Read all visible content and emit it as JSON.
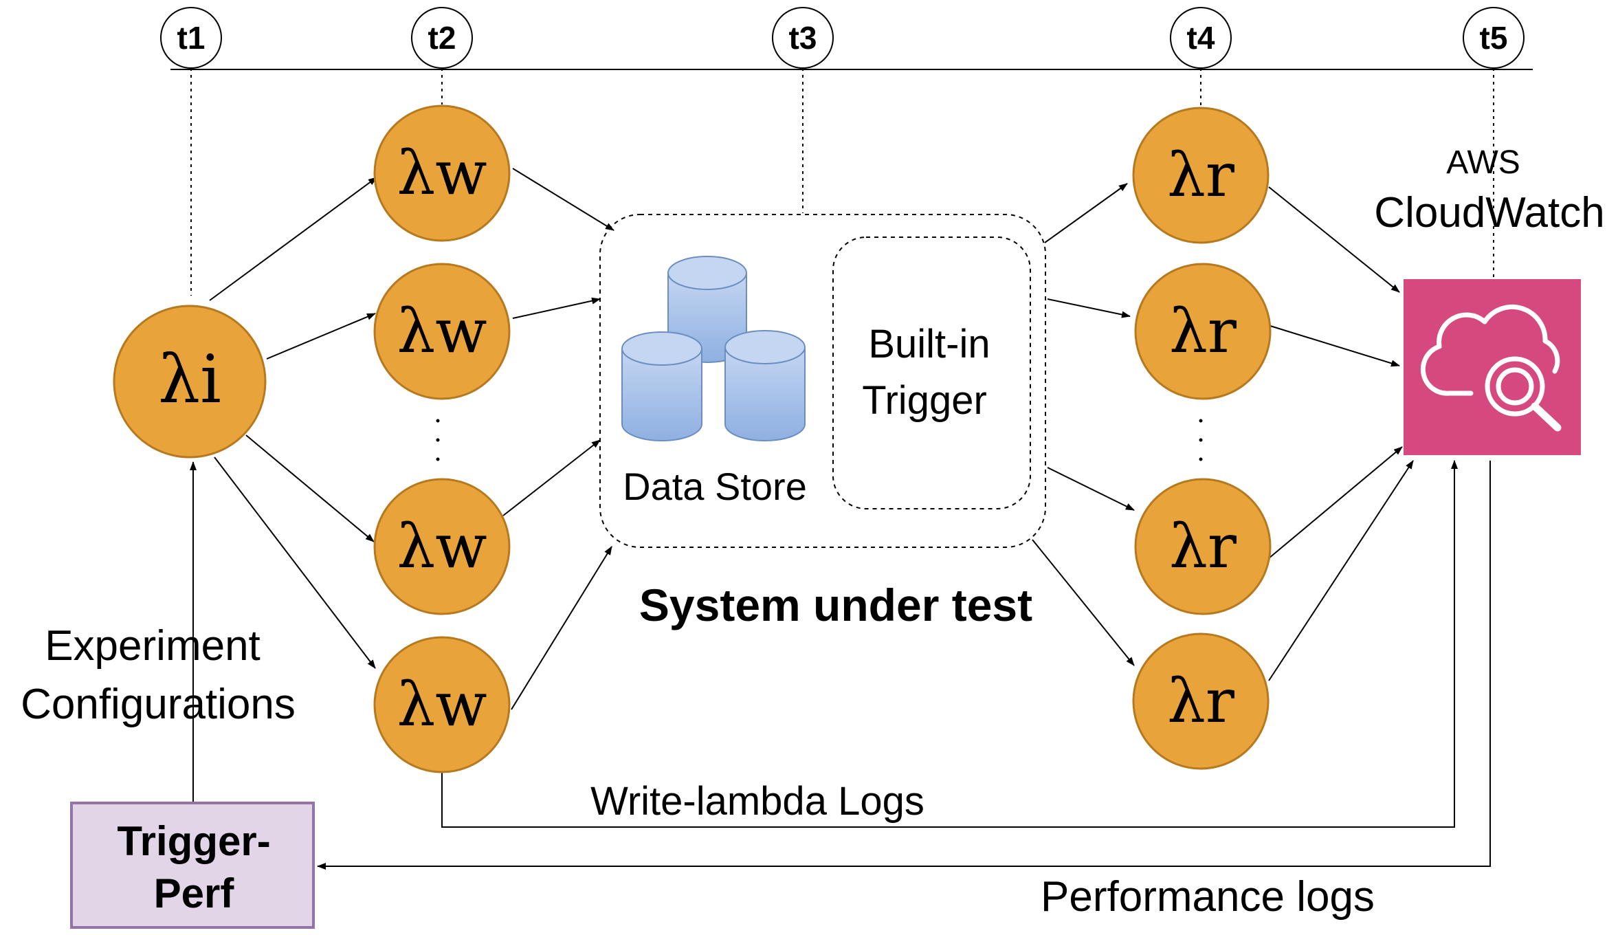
{
  "timeline": {
    "ticks": [
      "t1",
      "t2",
      "t3",
      "t4",
      "t5"
    ]
  },
  "nodes": {
    "initiator": "λi",
    "writer": "λw",
    "reader": "λr",
    "ellipsis": "·\n·\n·"
  },
  "system_under_test": {
    "title": "System under test",
    "data_store_label": "Data Store",
    "trigger_label_line1": "Built-in",
    "trigger_label_line2": "Trigger"
  },
  "cloudwatch": {
    "label_line1": "AWS",
    "label_line2": "CloudWatch"
  },
  "trigger_perf": {
    "line1": "Trigger-",
    "line2": "Perf"
  },
  "edge_labels": {
    "experiment_line1": "Experiment",
    "experiment_line2": "Configurations",
    "write_logs": "Write-lambda Logs",
    "perf_logs": "Performance logs"
  },
  "colors": {
    "lambda_fill": "#E8A33A",
    "lambda_stroke": "#B7791F",
    "cloudwatch_fill": "#D6497F",
    "trigger_perf_fill": "#E1D5E7",
    "trigger_perf_stroke": "#9673A6",
    "cylinder_fill": "#A9C4EB",
    "cylinder_stroke": "#6C8EBF"
  },
  "icons": {
    "cloudwatch": "cloud-magnifier-icon",
    "data_store": "database-cylinders-icon"
  }
}
